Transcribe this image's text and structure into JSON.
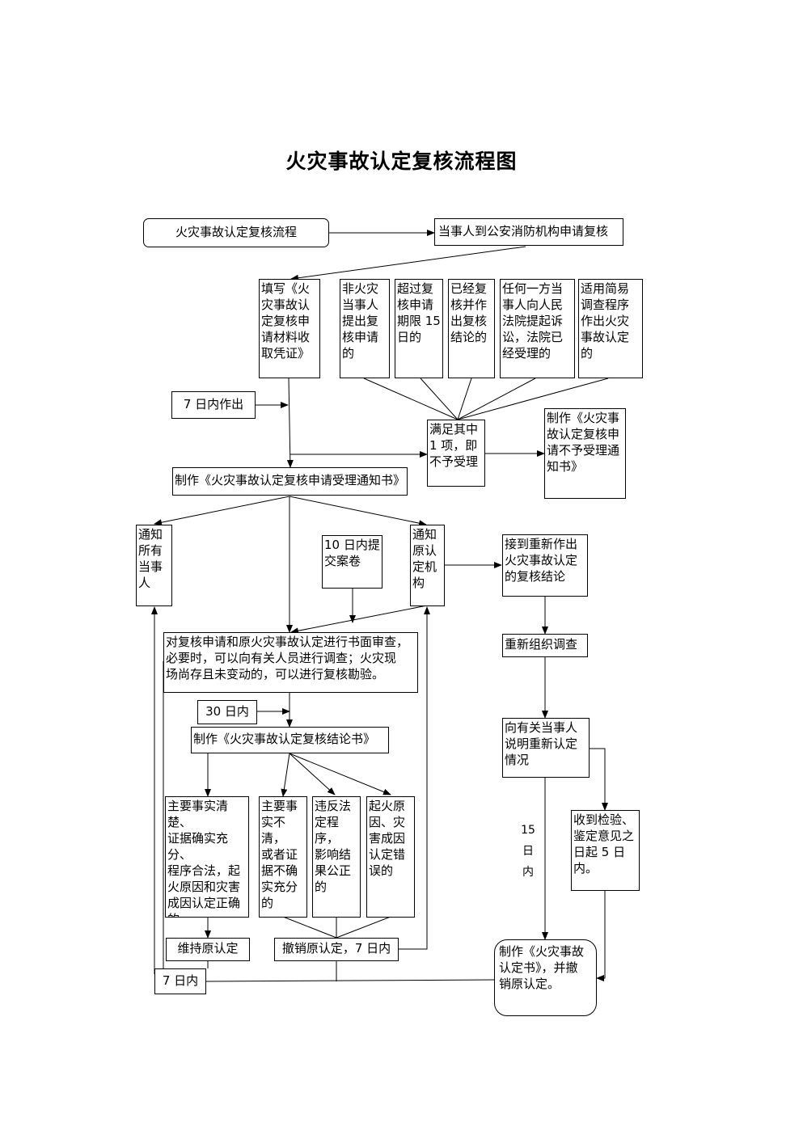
{
  "title": "火灾事故认定复核流程图",
  "nodes": {
    "start": "火灾事故认定复核流程",
    "apply": "当事人到公安消防机构申请复核",
    "fill_form": "填写《火\n灾事故认\n定复核申\n请材料收\n取凭证》",
    "c1": "非火灾\n当事人\n提出复\n核申请\n的",
    "c2": "超过复\n核申请\n期限 15\n日的",
    "c3": "已经复\n核并作\n出复核\n结论的",
    "c4": "任何一方当\n事人向人民\n法院提起诉\n讼，法院已\n经受理的",
    "c5": "适用简易\n调查程序\n作出火灾\n事故认定\n的",
    "seven_days_1": "7 日内作出",
    "not_accepted": "满足其中\n1 项，即\n不予受理",
    "reject_notice": "制作《火灾事\n故认定复核申\n请不予受理通\n知书》",
    "accept_notice": "制作《火灾事故认定复核申请受理通知书》",
    "notify_parties": "通知\n所有\n当事\n人",
    "ten_days": "10 日内提\n交案卷",
    "notify_org": "通知\n原认\n定机\n构",
    "receive_redo": "接到重新作出\n火灾事故认定\n的复核结论",
    "review": "对复核申请和原火灾事故认定进行书面审查，\n必要时，可以向有关人员进行调查；火灾现\n场尚存且未变动的，可以进行复核勘验。",
    "reorganize": "重新组织调查",
    "thirty_days": "30 日内",
    "conclusion": "制作《火灾事故认定复核结论书》",
    "explain": "向有关当事人\n说明重新认定\n情况",
    "r1": "主要事实清楚、\n证据确实充分、\n程序合法，起\n火原因和灾害\n成因认定正确\n的。",
    "r2": "主要事\n实不清，\n或者证\n据不确\n实充分\n的",
    "r3": "违反法\n定程序，\n影响结\n果公正\n的",
    "r4": "起火原\n因、灾\n害成因\n认定错\n误的",
    "fifteen_days": "15\n日\n内",
    "appraisal": "收到检验、\n鉴定意见之\n日起 5 日内。",
    "maintain": "维持原认定",
    "revoke": "撤销原认定，7 日内",
    "seven_days_2": "7 日内",
    "final": "制作《火灾事故\n认定书》，并撤\n销原认定。"
  }
}
